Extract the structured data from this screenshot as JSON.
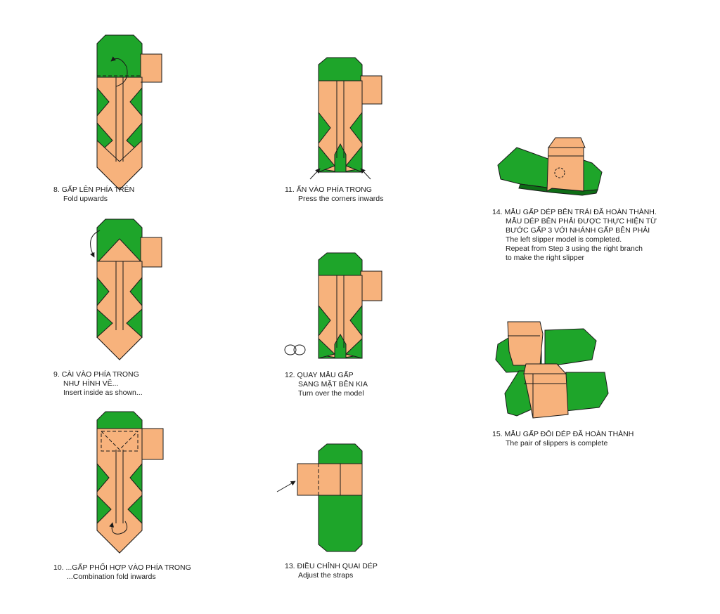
{
  "colors": {
    "green": "#1ea52a",
    "green_dark": "#0e6d16",
    "paper": "#f7b27c",
    "outline": "#1a1a1a"
  },
  "steps": [
    {
      "number": "8.",
      "title": "GẤP LÊN PHÍA TRÊN",
      "subtitle": "Fold upwards",
      "icon": "fold-upwards-diagram"
    },
    {
      "number": "9.",
      "title": "CÀI VÀO PHÍA TRONG",
      "title_line2": "NHƯ HÌNH VẼ...",
      "subtitle": "Insert inside as shown...",
      "icon": "insert-inside-diagram"
    },
    {
      "number": "10.",
      "title": "...GẤP PHỐI HỢP VÀO PHÍA TRONG",
      "subtitle": "...Combination fold inwards",
      "icon": "combination-fold-diagram"
    },
    {
      "number": "11.",
      "title": "ẤN VÀO PHÍA TRONG",
      "subtitle": "Press the corners inwards",
      "icon": "press-corners-diagram"
    },
    {
      "number": "12.",
      "title": "QUAY MẪU GẤP",
      "title_line2": "SANG MẶT BÊN KIA",
      "subtitle": "Turn over the model",
      "icon": "turn-over-diagram"
    },
    {
      "number": "13.",
      "title": "ĐIỀU CHỈNH QUAI DÉP",
      "subtitle": "Adjust the straps",
      "icon": "adjust-straps-diagram"
    },
    {
      "number": "14.",
      "title": "MẪU GẤP DÉP BÊN TRÁI ĐÃ HOÀN THÀNH.",
      "title_line2": "MẪU DÉP BÊN PHẢI ĐƯỢC THỰC HIỆN TỪ",
      "title_line3": "BƯỚC GẤP 3 VỚI NHÁNH GẤP BÊN PHẢI",
      "subtitle": "The left slipper model is completed.",
      "subtitle_line2": "Repeat from Step 3 using the right branch",
      "subtitle_line3": "to make the right slipper",
      "icon": "left-slipper-complete-diagram"
    },
    {
      "number": "15.",
      "title": "MẪU GẤP ĐÔI DÉP ĐÃ HOÀN THÀNH",
      "subtitle": "The pair of slippers is complete",
      "icon": "slipper-pair-diagram"
    }
  ]
}
